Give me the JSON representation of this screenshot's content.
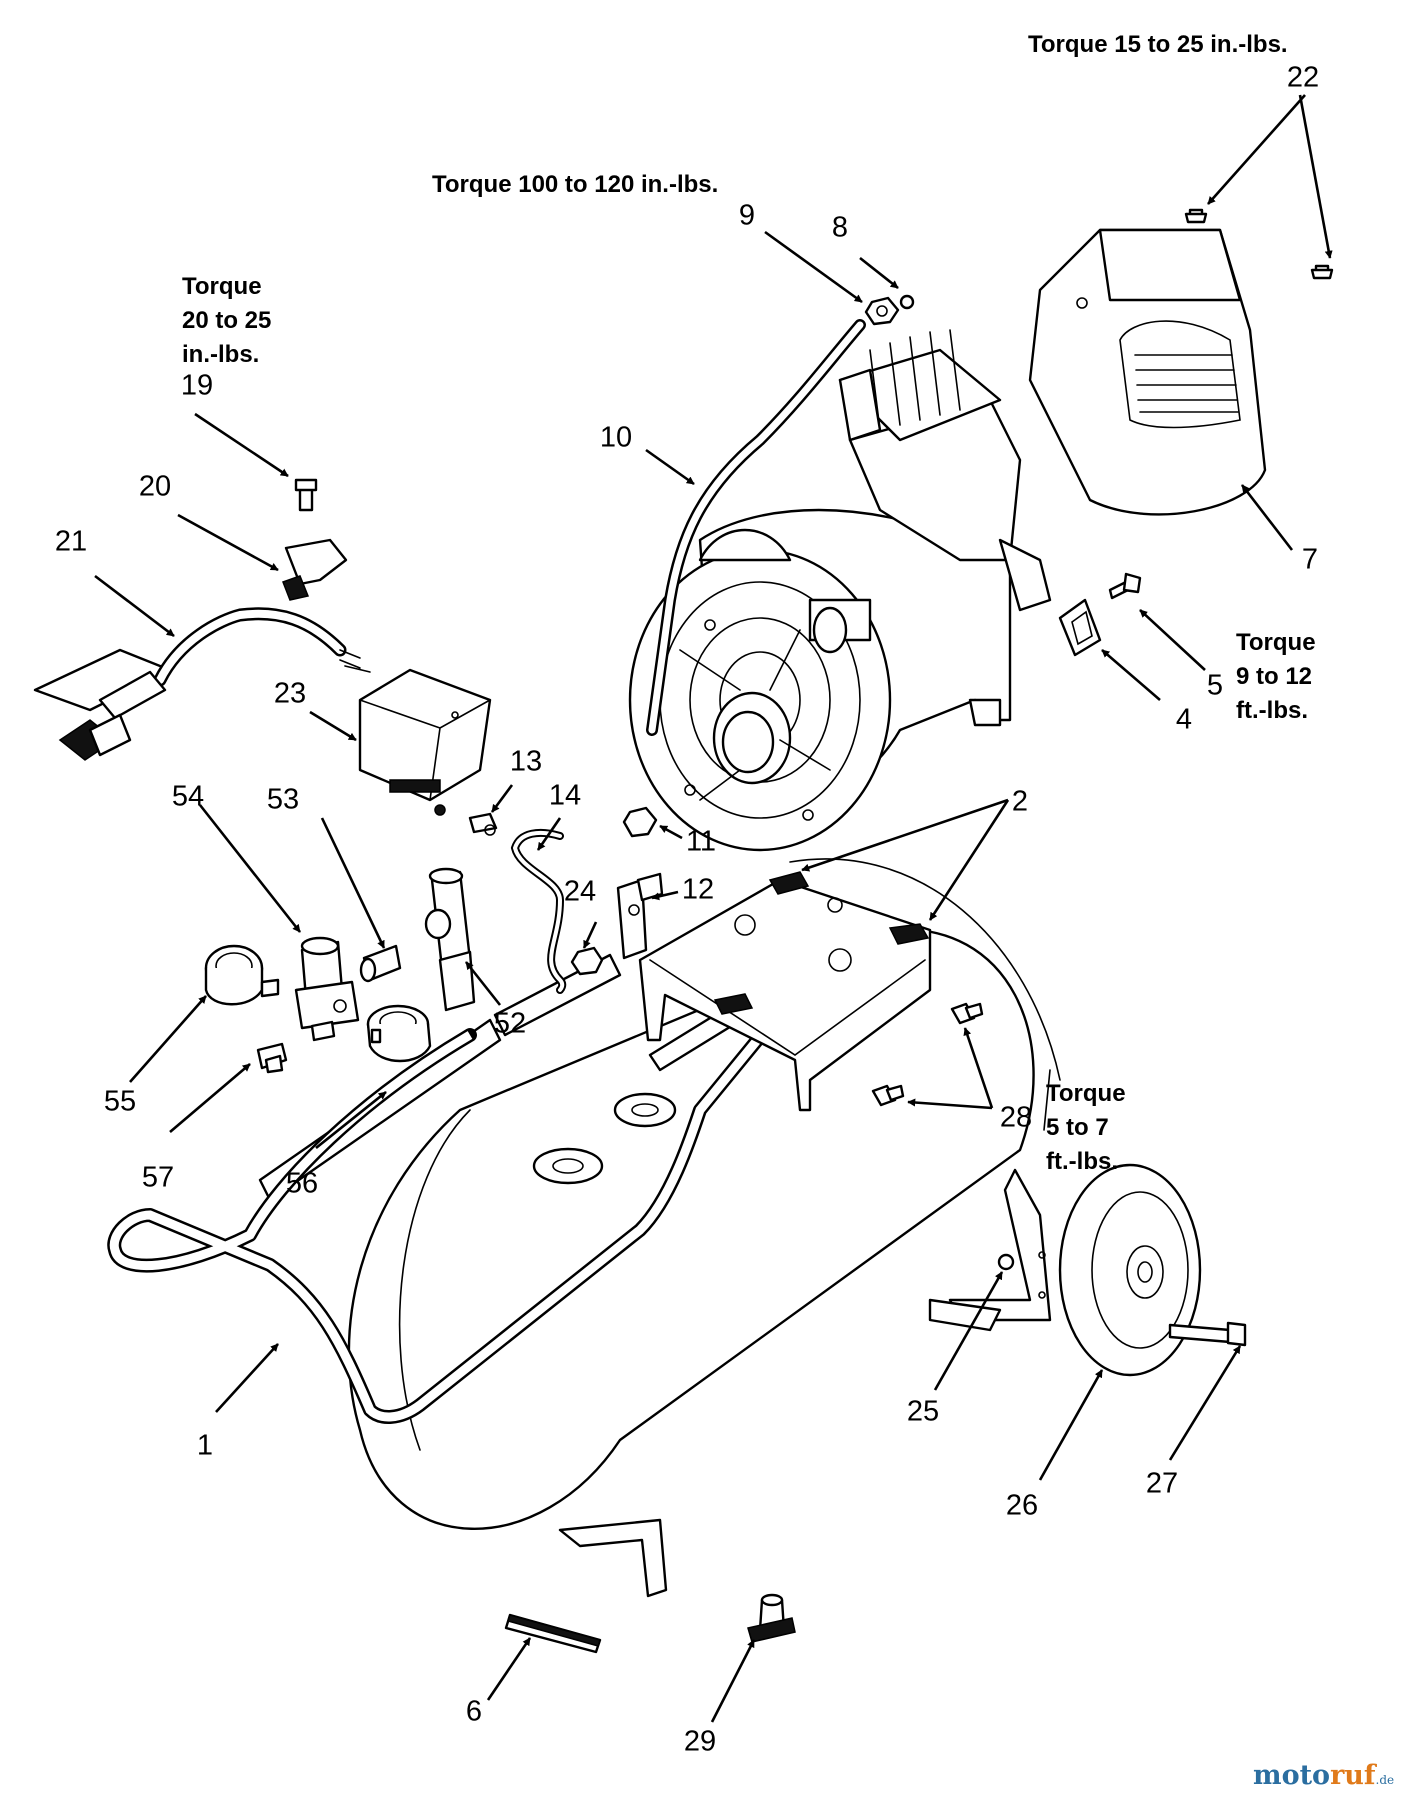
{
  "torque_notes": {
    "t22": "Torque 15 to 25 in.-lbs.",
    "t9": "Torque 100 to 120 in.-lbs.",
    "t19": "Torque\n20 to 25\nin.-lbs.",
    "t5": "Torque\n9 to 12\nft.-lbs.",
    "t28": "Torque\n5 to 7\nft.-lbs."
  },
  "callouts": {
    "c1": "1",
    "c2": "2",
    "c4": "4",
    "c5": "5",
    "c6": "6",
    "c7": "7",
    "c8": "8",
    "c9": "9",
    "c10": "10",
    "c11": "11",
    "c12": "12",
    "c13": "13",
    "c14": "14",
    "c19": "19",
    "c20": "20",
    "c21": "21",
    "c22": "22",
    "c23": "23",
    "c24": "24",
    "c25": "25",
    "c26": "26",
    "c27": "27",
    "c28": "28",
    "c29": "29",
    "c52": "52",
    "c53": "53",
    "c54": "54",
    "c55": "55",
    "c56": "56",
    "c57": "57"
  },
  "watermark": {
    "name_a": "moto",
    "name_b": "ruf",
    "tld": ".de"
  },
  "colors": {
    "line": "#000000",
    "background": "#ffffff",
    "watermark_blue": "#2b6ea0",
    "watermark_orange": "#e07a1a"
  }
}
